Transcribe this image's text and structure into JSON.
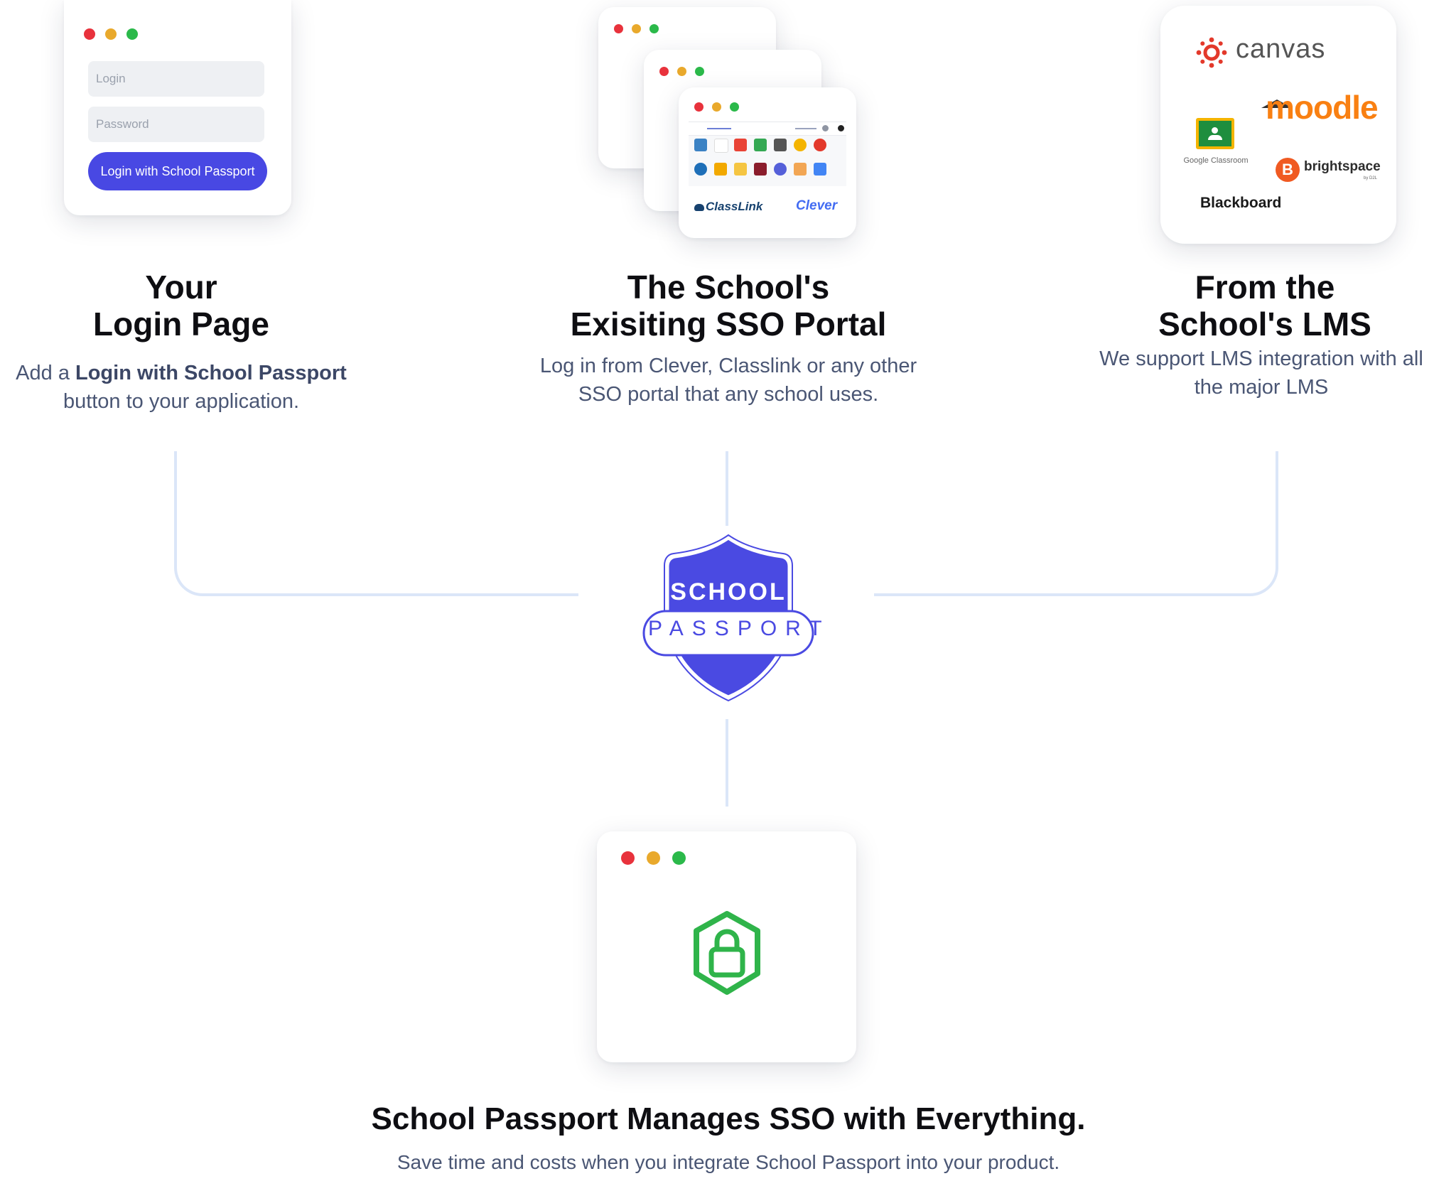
{
  "login_card": {
    "login_placeholder": "Login",
    "password_placeholder": "Password",
    "button_label": "Login with School Passport"
  },
  "sso_card": {
    "classlink_label": "ClassLink",
    "clever_label": "Clever"
  },
  "lms_card": {
    "canvas_label": "canvas",
    "moodle_label": "moodle",
    "google_classroom_label": "Google Classroom",
    "brightspace_label": "brightspace",
    "brightspace_sub": "by D2L",
    "blackboard_label": "Blackboard"
  },
  "columns": [
    {
      "title_line1": "Your",
      "title_line2": "Login Page",
      "desc_prefix": "Add a ",
      "desc_bold": "Login with School Passport",
      "desc_suffix": "button to your application."
    },
    {
      "title_line1": "The School's",
      "title_line2": "Exisiting SSO Portal",
      "desc_line1": "Log in from Clever, Classlink or any other",
      "desc_line2": "SSO portal that any school uses."
    },
    {
      "title_line1": "From the",
      "title_line2": "School's LMS",
      "desc_line1": "We support LMS integration with all",
      "desc_line2": "the major LMS"
    }
  ],
  "badge": {
    "top_text": "SCHOOL",
    "bottom_text": "PASSPORT"
  },
  "secure_card": {
    "icon": "lock-shield-icon"
  },
  "footer": {
    "heading": "School Passport Manages SSO with Everything.",
    "subheading": "Save time and costs when you integrate School Passport into your product."
  },
  "colors": {
    "brand": "#4848e3",
    "connector": "#dbe6f8",
    "lock_green": "#2fb44a",
    "canvas_red": "#e3392b",
    "moodle_orange": "#f98012",
    "brightspace_orange": "#f05a22"
  }
}
